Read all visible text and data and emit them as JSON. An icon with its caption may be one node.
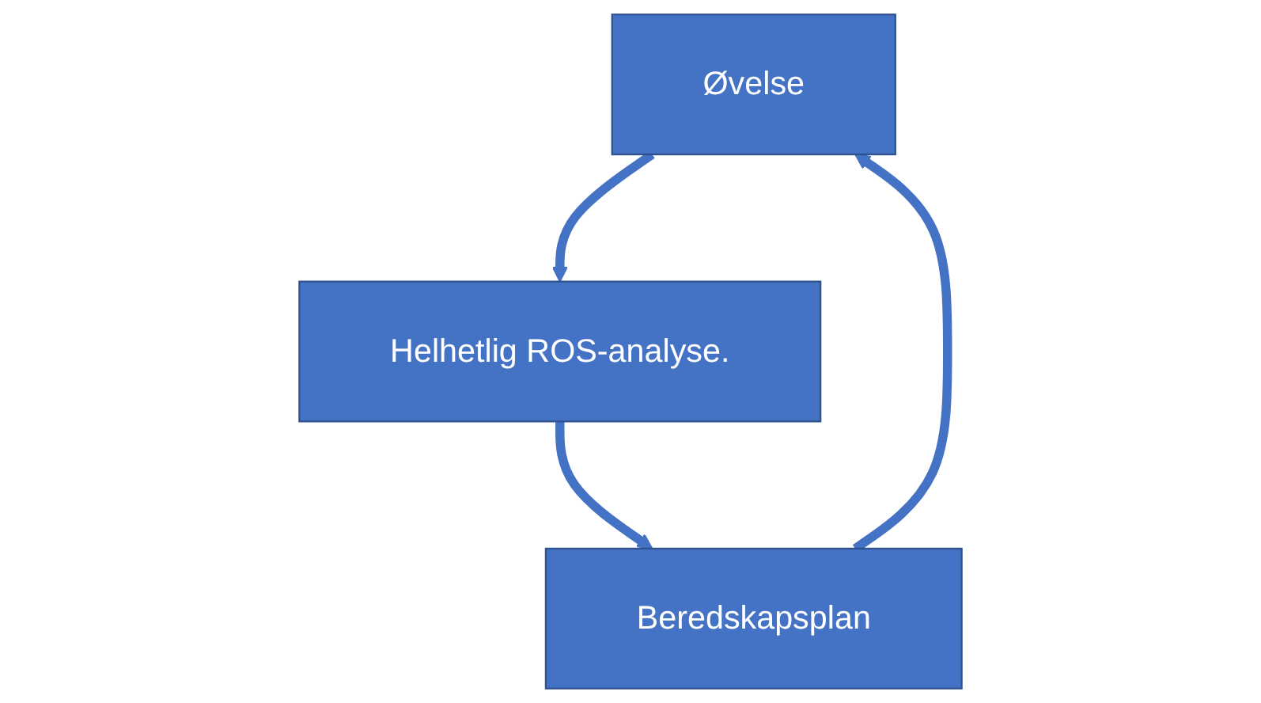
{
  "diagram": {
    "nodes": [
      {
        "text": [
          "Øvelse"
        ]
      },
      {
        "text": [
          "Helhetlig ROS-analyse."
        ]
      },
      {
        "text": [
          "Beredskapsplan"
        ]
      }
    ],
    "edges": [
      {
        "from": 0,
        "to": 1,
        "arrow": "to"
      },
      {
        "from": 1,
        "to": 2,
        "arrow": "to"
      },
      {
        "from": 2,
        "to": 0,
        "arrow": "to"
      }
    ]
  }
}
